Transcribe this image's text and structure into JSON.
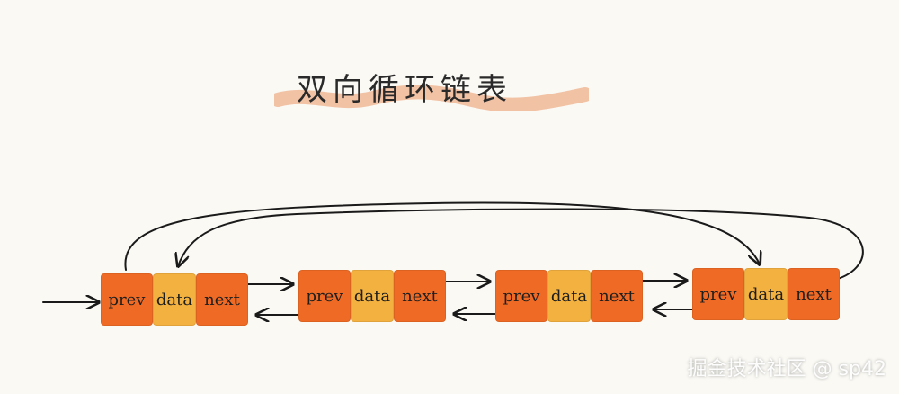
{
  "title": "双向循环链表",
  "nodes": [
    {
      "prev": "prev",
      "data": "data",
      "next": "next"
    },
    {
      "prev": "prev",
      "data": "data",
      "next": "next"
    },
    {
      "prev": "prev",
      "data": "data",
      "next": "next"
    },
    {
      "prev": "prev",
      "data": "data",
      "next": "next"
    }
  ],
  "watermark": "掘金技术社区 @ sp42",
  "colors": {
    "pointer_cell": "#ef6b25",
    "data_cell": "#f3b140",
    "title_brush": "#f0b896",
    "arrow": "#1a1a1a",
    "background": "#faf9f4"
  }
}
